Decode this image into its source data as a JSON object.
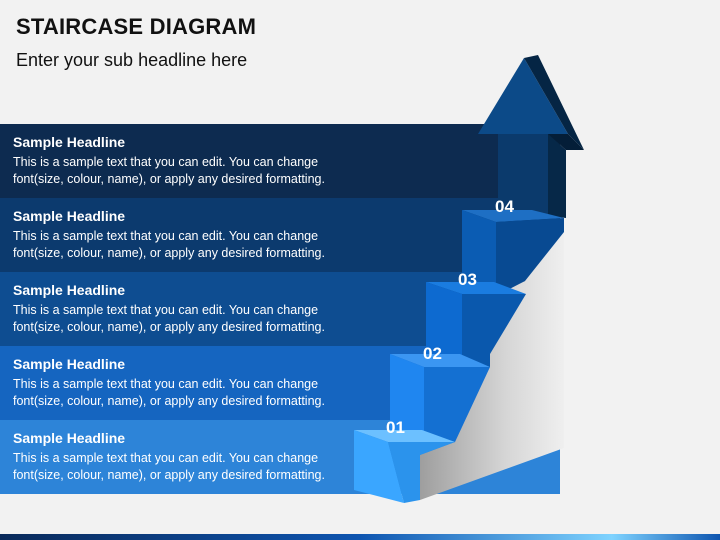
{
  "title": "STAIRCASE DIAGRAM",
  "subtitle": "Enter your sub headline here",
  "bands": [
    {
      "headline": "Sample Headline",
      "text1": "This is a sample text that you can edit. You can change",
      "text2": "font(size, colour, name), or apply any desired formatting."
    },
    {
      "headline": "Sample Headline",
      "text1": "This is a sample text that you can edit. You can change",
      "text2": "font(size, colour, name), or apply any desired formatting."
    },
    {
      "headline": "Sample Headline",
      "text1": "This is a sample text that you can edit. You can change",
      "text2": "font(size, colour, name), or apply any desired formatting."
    },
    {
      "headline": "Sample Headline",
      "text1": "This is a sample text that you can edit. You can change",
      "text2": "font(size, colour, name), or apply any desired formatting."
    },
    {
      "headline": "Sample Headline",
      "text1": "This is a sample text that you can edit. You can change",
      "text2": "font(size, colour, name), or apply any desired formatting."
    }
  ],
  "steps": [
    "01",
    "02",
    "03",
    "04"
  ],
  "colors": {
    "band_1": "#0d2b50",
    "band_2": "#0c3a6e",
    "band_3": "#0e4d91",
    "band_4": "#1565c0",
    "band_5": "#2d84d8",
    "step_1": "#3aa0ff",
    "step_2": "#1f86f0",
    "step_3": "#0b6fd4",
    "step_4": "#0a5bb0",
    "arrow": "#0b3a6c",
    "wall": "#bdbdbd"
  }
}
